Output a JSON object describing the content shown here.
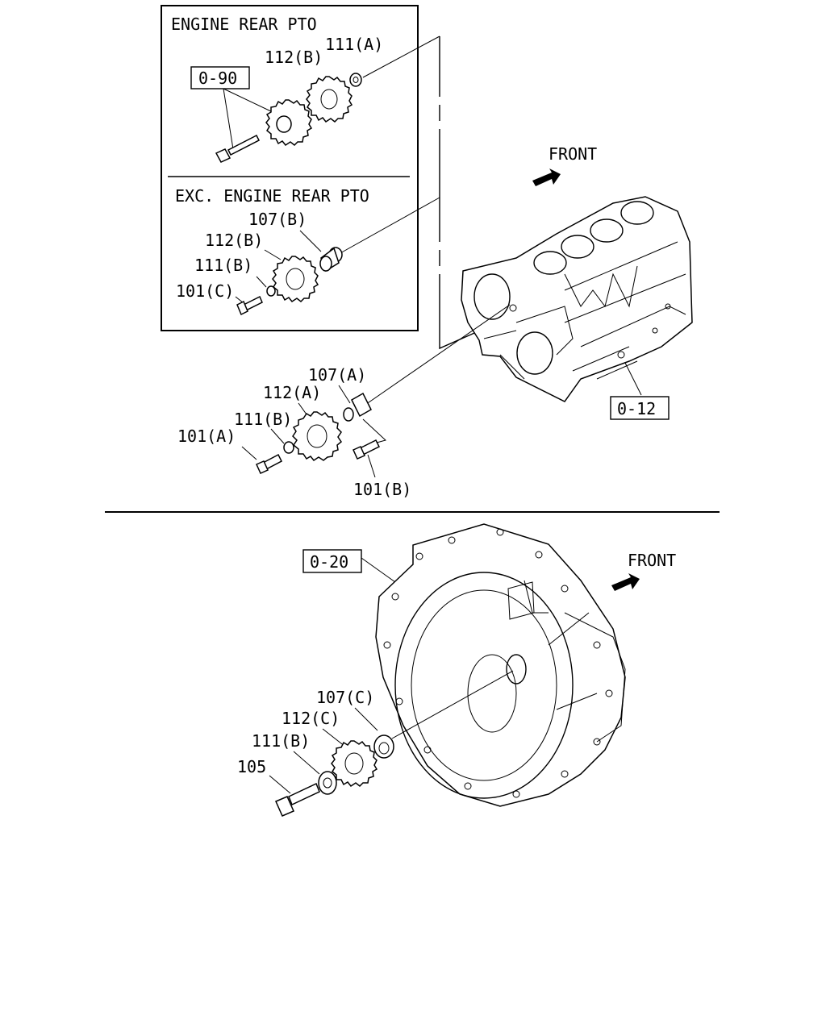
{
  "panels": {
    "top_inset": {
      "upper_title": "ENGINE REAR PTO",
      "lower_title": "EXC. ENGINE REAR PTO",
      "upper_labels": {
        "washer": "111(A)",
        "gear": "112(B)",
        "ref_box": "0-90"
      },
      "lower_labels": {
        "bushing": "107(B)",
        "gear": "112(B)",
        "washer": "111(B)",
        "bolt": "101(C)"
      }
    },
    "engine_block": {
      "front_label": "FRONT",
      "ref_box": "0-12",
      "labels": {
        "bushing": "107(A)",
        "gear": "112(A)",
        "washer": "111(B)",
        "bolt_left": "101(A)",
        "bolt_right": "101(B)"
      }
    },
    "flywheel_housing": {
      "front_label": "FRONT",
      "ref_box": "0-20",
      "labels": {
        "bushing": "107(C)",
        "gear": "112(C)",
        "washer": "111(B)",
        "bolt": "105"
      }
    }
  }
}
